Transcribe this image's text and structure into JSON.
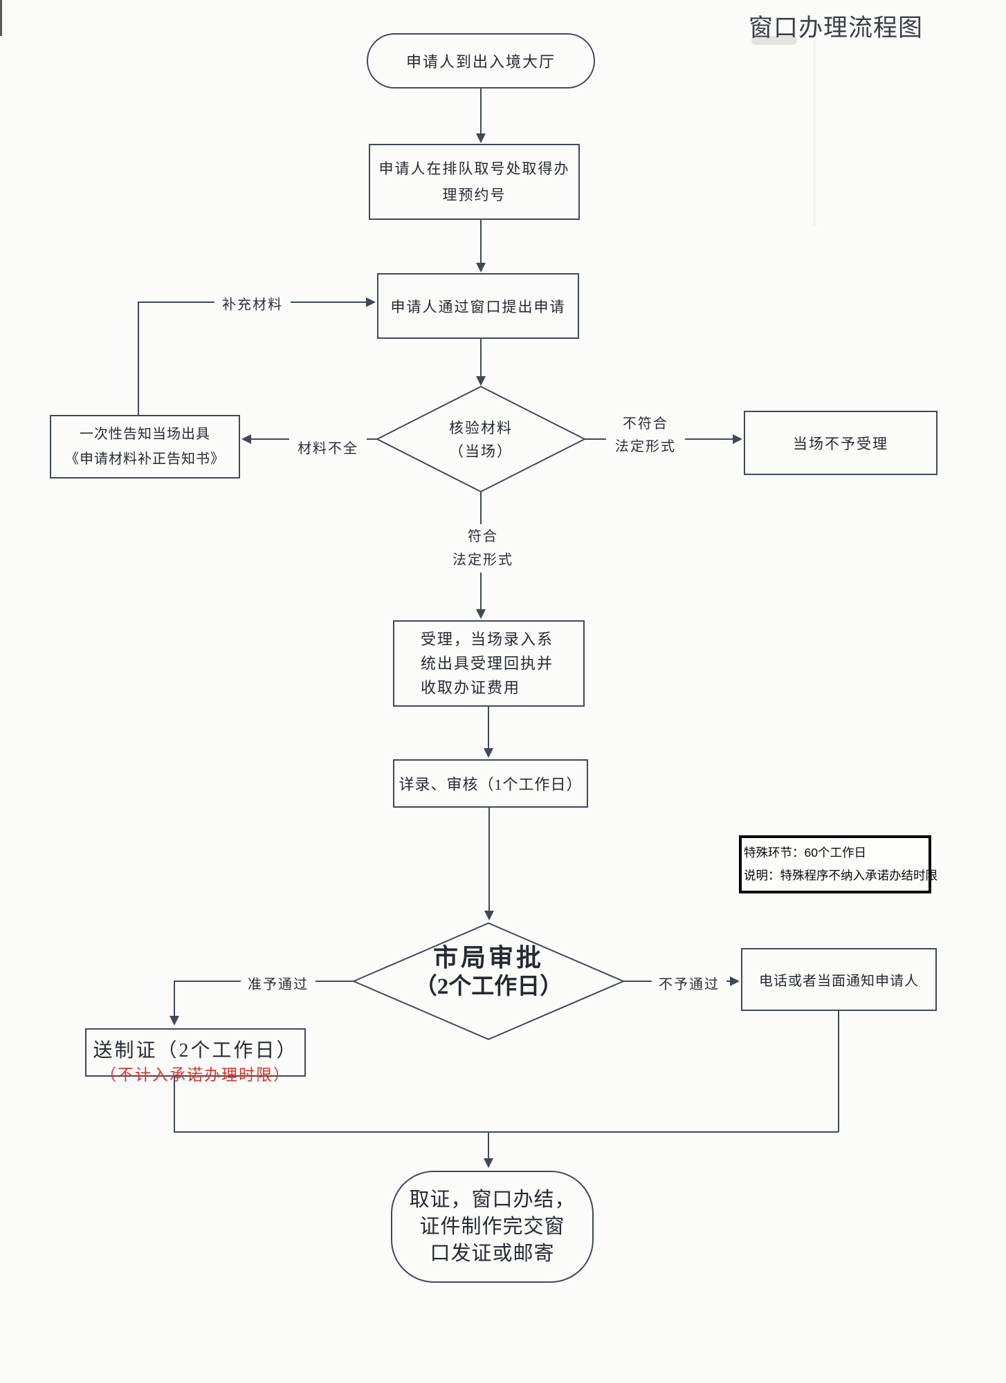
{
  "title": "窗口办理流程图",
  "colors": {
    "line": "#414957",
    "highlight_red": "#d6362a",
    "note_border": "#000000"
  },
  "nodes": {
    "start": {
      "label": "申请人到出入境大厅"
    },
    "take_number": {
      "lines": [
        "申请人在排队取号处取得办",
        "理预约号"
      ]
    },
    "submit": {
      "label": "申请人通过窗口提出申请"
    },
    "verify": {
      "lines": [
        "核验材料",
        "（当场）"
      ]
    },
    "notice": {
      "lines": [
        "一次性告知当场出具",
        "《申请材料补正告知书》"
      ]
    },
    "reject": {
      "label": "当场不予受理"
    },
    "accept": {
      "lines": [
        "受理，当场录入系",
        "统出具受理回执并",
        "收取办证费用"
      ]
    },
    "review": {
      "label": "详录、审核（1个工作日）"
    },
    "note": {
      "lines": [
        "特殊环节：60个工作日",
        "说明：特殊程序不纳入承诺办结时限"
      ]
    },
    "approval": {
      "lines": [
        "市局审批",
        "（2个工作日）"
      ]
    },
    "notify": {
      "label": "电话或者当面通知申请人"
    },
    "make_cert": {
      "label": "送制证（2个工作日）",
      "sub": "（不计入承诺办理时限）"
    },
    "end": {
      "lines": [
        "取证，窗口办结，",
        "证件制作完交窗",
        "口发证或邮寄"
      ]
    }
  },
  "labels": {
    "supplement": "补充材料",
    "incomplete": "材料不全",
    "invalid": [
      "不符合",
      "法定形式"
    ],
    "valid": [
      "符合",
      "法定形式"
    ],
    "approved": "准予通过",
    "rejected": "不予通过"
  }
}
